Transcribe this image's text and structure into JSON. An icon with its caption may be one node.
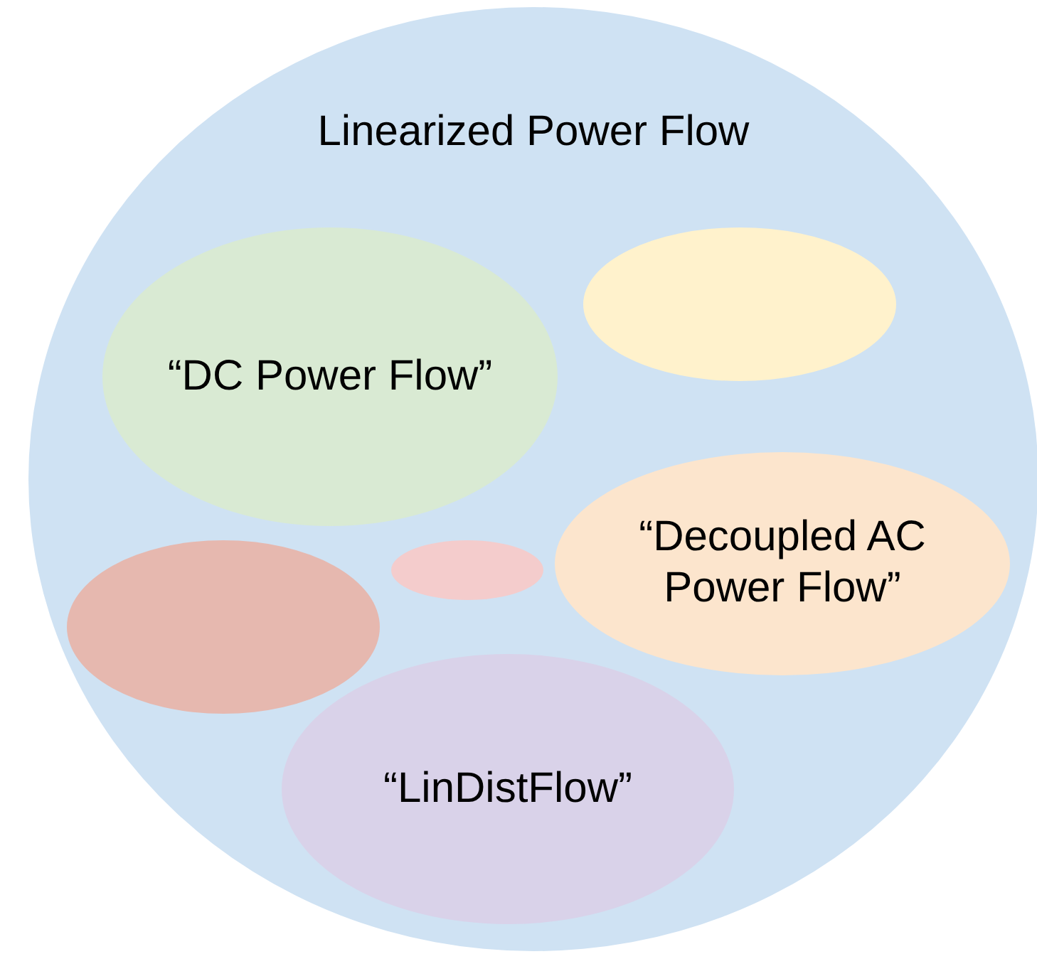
{
  "diagram": {
    "nodes": [
      {
        "text": [
          "Linearized Power Flow"
        ]
      },
      {
        "text": [],
        "shape": "ellipse",
        "in": 0
      },
      {
        "text": [
          "“DC Power Flow”"
        ],
        "in": 0
      },
      {
        "text": [
          "“Decoupled AC Power Flow”"
        ],
        "in": 0
      },
      {
        "text": [],
        "shape": "ellipse",
        "in": 0
      },
      {
        "text": [],
        "shape": "ellipse",
        "in": 0
      },
      {
        "text": [
          "“LinDistFlow”"
        ],
        "in": 0
      }
    ]
  }
}
